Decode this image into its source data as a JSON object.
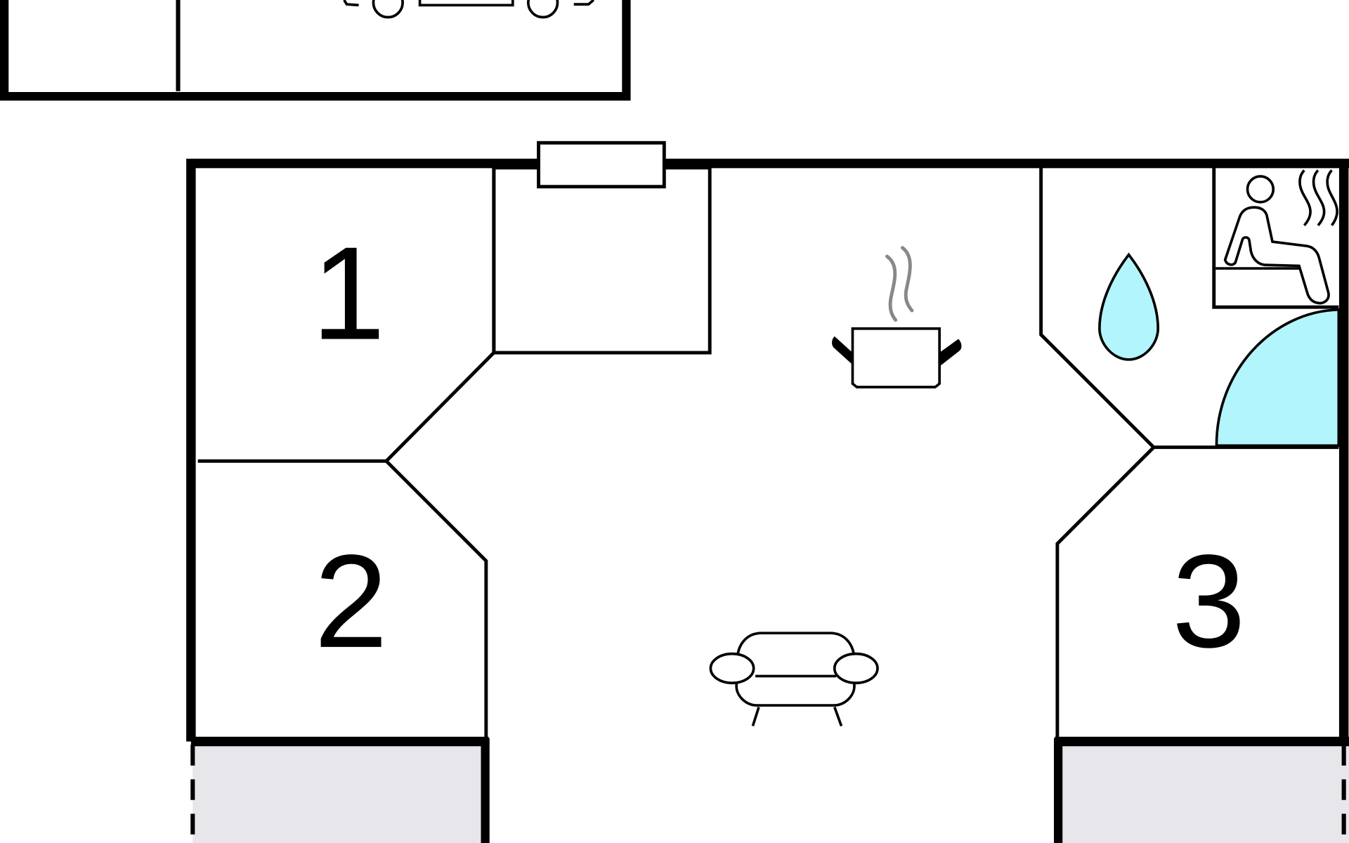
{
  "rooms": [
    {
      "label": "1"
    },
    {
      "label": "2"
    },
    {
      "label": "3"
    }
  ],
  "icons": {
    "kitchen": "cooking-pot-icon",
    "living": "sofa-icon",
    "bathroom": "water-drop-icon",
    "sauna": "sauna-icon",
    "dining": "dining-table-icon"
  },
  "colors": {
    "wall": "#000000",
    "water": "#b3f5fc",
    "terrace": "#e6e6eb",
    "steam": "#888888"
  }
}
